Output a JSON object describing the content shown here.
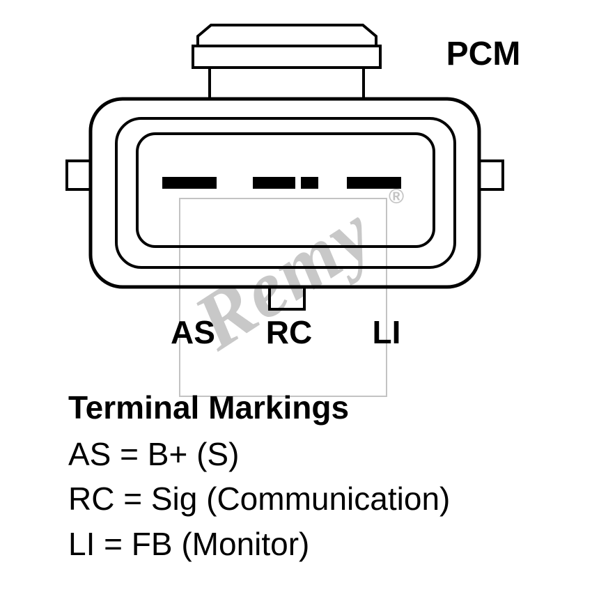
{
  "diagram": {
    "connector_label": "PCM",
    "terminal_labels": [
      "AS",
      "RC",
      "LI"
    ],
    "watermark": {
      "text": "Remy",
      "registered_mark": "®"
    }
  },
  "legend": {
    "title": "Terminal Markings",
    "entries": [
      "AS = B+ (S)",
      "RC = Sig (Communication)",
      "LI = FB (Monitor)"
    ]
  },
  "colors": {
    "line": "#000000",
    "watermark": "#c3c3c3",
    "background": "#ffffff"
  }
}
